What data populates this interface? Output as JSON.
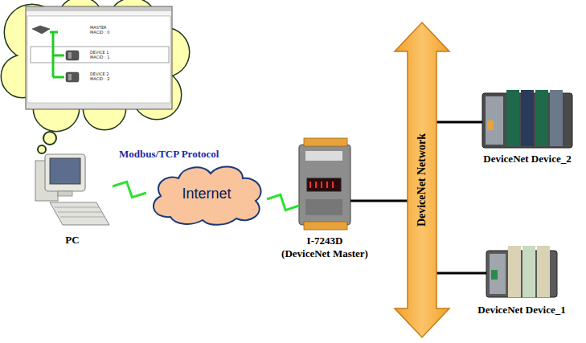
{
  "diagram": {
    "nodes": [
      {
        "text": [
          "PC"
        ]
      },
      {
        "text": [
          "Internet"
        ]
      },
      {
        "text": [
          "I-7243D",
          "(DeviceNet Master)"
        ]
      },
      {
        "text": [
          "DeviceNet Network"
        ]
      },
      {
        "text": [
          "DeviceNet Device_2"
        ]
      },
      {
        "text": [
          "DeviceNet Device_1"
        ]
      }
    ],
    "edges": [
      {
        "from": 0,
        "to": 1,
        "arrow": "none"
      },
      {
        "from": 1,
        "to": 2,
        "arrow": "none"
      },
      {
        "from": 2,
        "to": 3,
        "arrow": "none"
      },
      {
        "from": 3,
        "to": 4,
        "arrow": "none"
      },
      {
        "from": 3,
        "to": 5,
        "arrow": "none"
      }
    ],
    "labels": [
      "Modbus/TCP Protocol",
      "MASTER",
      "MACID : 0",
      "DEVICE 1",
      "MACID : 1",
      "DEVICE 2",
      "MACID : 2"
    ]
  }
}
